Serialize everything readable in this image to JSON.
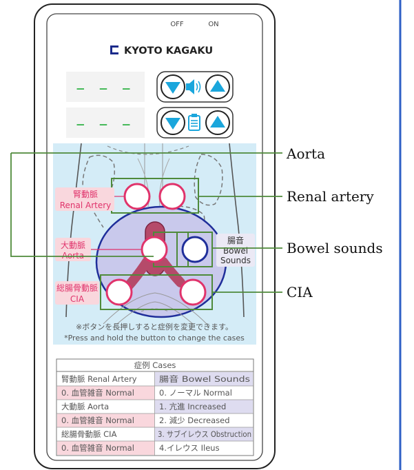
{
  "device": {
    "switch": {
      "off_label": "OFF",
      "on_label": "ON"
    },
    "brand": "KYOTO KAGAKU",
    "display_top": "– – –",
    "display_bottom": "– – –",
    "volume_icon": "speaker-icon",
    "case_icon": "clipboard-icon",
    "note_jp": "※ボタンを長押しすると症例を変更できます。",
    "note_en": "*Press and hold the button to change the cases"
  },
  "body_labels": {
    "renal": {
      "jp": "腎動脈",
      "en": "Renal Artery"
    },
    "aorta": {
      "jp": "大動脈",
      "en": "Aorta"
    },
    "cia": {
      "jp": "総腸骨動脈",
      "en": "CIA"
    },
    "bowel": {
      "jp": "腸音",
      "en1": "Bowel",
      "en2": "Sounds"
    }
  },
  "callouts": {
    "aorta": "Aorta",
    "renal": "Renal artery",
    "bowel": "Bowel sounds",
    "cia": "CIA"
  },
  "cases_table": {
    "title": "症例 Cases",
    "left": [
      "腎動脈 Renal Artery",
      "0. 血管雑音 Normal",
      "大動脈 Aorta",
      "0. 血管雑音 Normal",
      "総腸骨動脈 CIA",
      "0. 血管雑音 Normal"
    ],
    "right": [
      "腸音 Bowel Sounds",
      "0. ノーマル Normal",
      "1. 亢進 Increased",
      "2. 減少 Decreased",
      "3. サブイレウス Obstruction",
      "4.イレウス Ileus"
    ]
  },
  "colors": {
    "accent_pink": "#e0336b",
    "frame_green": "#4e8a3a",
    "button_blue": "#1aa6dc",
    "body_panel": "#d4ecf7",
    "ellipse_fill": "#c9c9ec",
    "ellipse_stroke": "#1f2e9a",
    "right_border": "#2d5fc5"
  }
}
